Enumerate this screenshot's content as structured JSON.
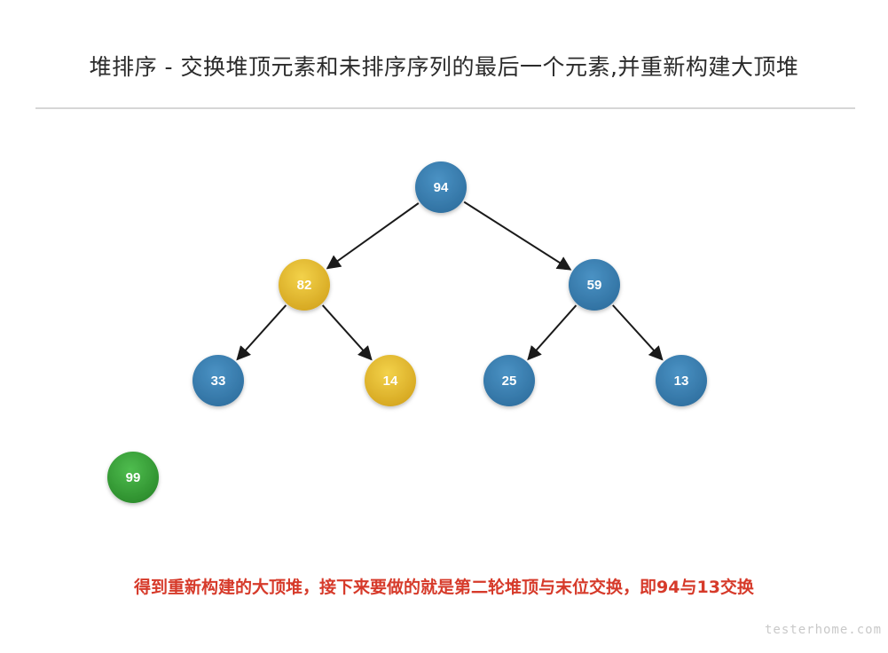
{
  "title": "堆排序 - 交换堆顶元素和未排序序列的最后一个元素,并重新构建大顶堆",
  "colors": {
    "blue_node": "#3a7fb0",
    "yellow_node": "#e2b92c",
    "green_node": "#3aa03a",
    "edge": "#1a1a1a",
    "caption": "#d63a2a"
  },
  "tree": {
    "nodes": [
      {
        "id": "n94",
        "label": "94",
        "color": "blue"
      },
      {
        "id": "n82",
        "label": "82",
        "color": "yellow"
      },
      {
        "id": "n59",
        "label": "59",
        "color": "blue"
      },
      {
        "id": "n33",
        "label": "33",
        "color": "blue"
      },
      {
        "id": "n14",
        "label": "14",
        "color": "yellow"
      },
      {
        "id": "n25",
        "label": "25",
        "color": "blue"
      },
      {
        "id": "n13",
        "label": "13",
        "color": "blue"
      }
    ],
    "edges": [
      [
        "n94",
        "n82"
      ],
      [
        "n94",
        "n59"
      ],
      [
        "n82",
        "n33"
      ],
      [
        "n82",
        "n14"
      ],
      [
        "n59",
        "n25"
      ],
      [
        "n59",
        "n13"
      ]
    ],
    "sorted_node": {
      "id": "n99",
      "label": "99",
      "color": "green"
    }
  },
  "caption": "得到重新构建的大顶堆，接下来要做的就是第二轮堆顶与末位交换，即94与13交换",
  "watermark": "testerhome.com"
}
